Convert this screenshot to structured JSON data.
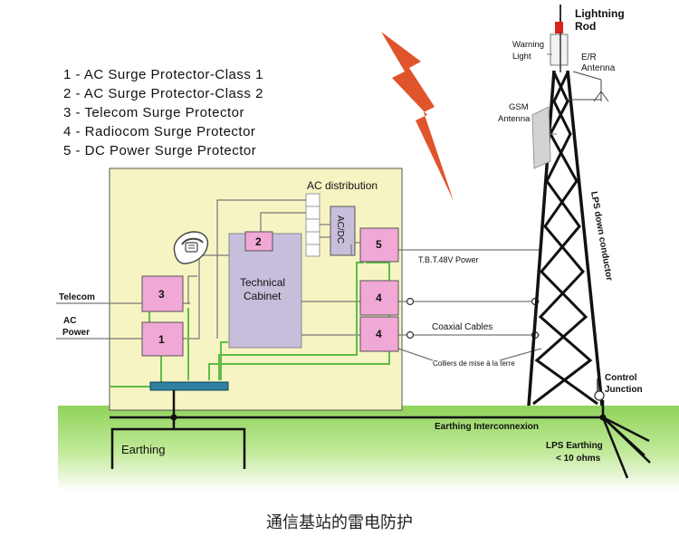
{
  "legend": [
    "1 - AC Surge Protector-Class 1",
    "2 - AC Surge Protector-Class 2",
    "3 - Telecom Surge Protector",
    "4 - Radiocom Surge Protector",
    "5 - DC Power Surge Protector"
  ],
  "labels": {
    "lightning_rod_1": "Lightning",
    "lightning_rod_2": "Rod",
    "warning_light_1": "Warning",
    "warning_light_2": "Light",
    "er_antenna_1": "E/R",
    "er_antenna_2": "Antenna",
    "gsm_antenna_1": "GSM",
    "gsm_antenna_2": "Antenna",
    "lps_down": "LPS down conductor",
    "ac_distribution": "AC distribution",
    "acdc": "AC/DC",
    "technical_cabinet_1": "Technical",
    "technical_cabinet_2": "Cabinet",
    "tbt": "T.B.T.48V Power",
    "coaxial": "Coaxial Cables",
    "colliers": "Colliers de mise à la terre",
    "telecom": "Telecom",
    "ac_power_1": "AC",
    "ac_power_2": "Power",
    "control_junction_1": "Control",
    "control_junction_2": "Junction",
    "earthing_interconnexion": "Earthing Interconnexion",
    "earthing": "Earthing",
    "lps_earthing_1": "LPS Earthing",
    "lps_earthing_2": "< 10 ohms",
    "box1": "1",
    "box2": "2",
    "box3": "3",
    "box4a": "4",
    "box4b": "4",
    "box5": "5"
  },
  "caption": "通信基站的雷电防护",
  "colors": {
    "shelter": "#f7f4c3",
    "protector": "#f0a8d6",
    "cabinet": "#c7bedc",
    "green_wire": "#5dbd48",
    "ground": "#9fdc6a",
    "lightning": "#e0542c",
    "busbar": "#2f7fa0"
  }
}
